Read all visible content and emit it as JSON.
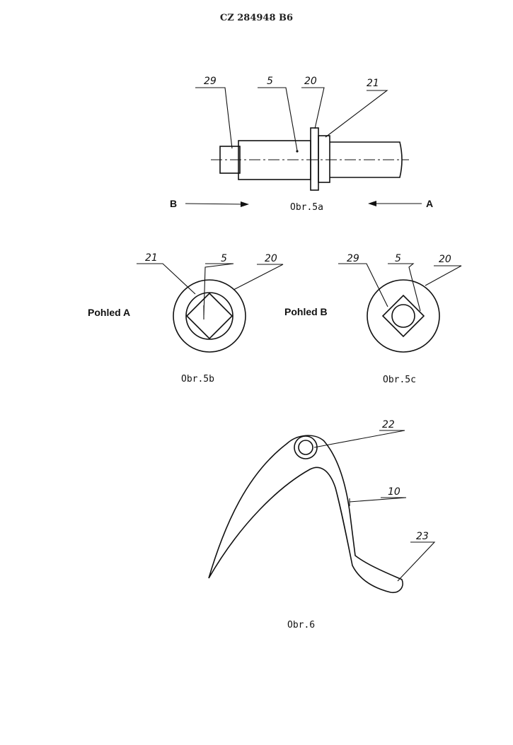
{
  "header": {
    "doc_number": "CZ 284948 B6"
  },
  "fig5a": {
    "caption": "Obr.5a",
    "labels": {
      "l29": "29",
      "l5": "5",
      "l20": "20",
      "l21": "21"
    },
    "dir_left": "B",
    "dir_right": "A"
  },
  "fig5b": {
    "caption": "Obr.5b",
    "view_label": "Pohled A",
    "labels": {
      "l21": "21",
      "l5": "5",
      "l20": "20"
    }
  },
  "fig5c": {
    "caption": "Obr.5c",
    "view_label": "Pohled B",
    "labels": {
      "l29": "29",
      "l5": "5",
      "l20": "20"
    }
  },
  "fig6": {
    "caption": "Obr.6",
    "labels": {
      "l22": "22",
      "l10": "10",
      "l23": "23"
    }
  }
}
